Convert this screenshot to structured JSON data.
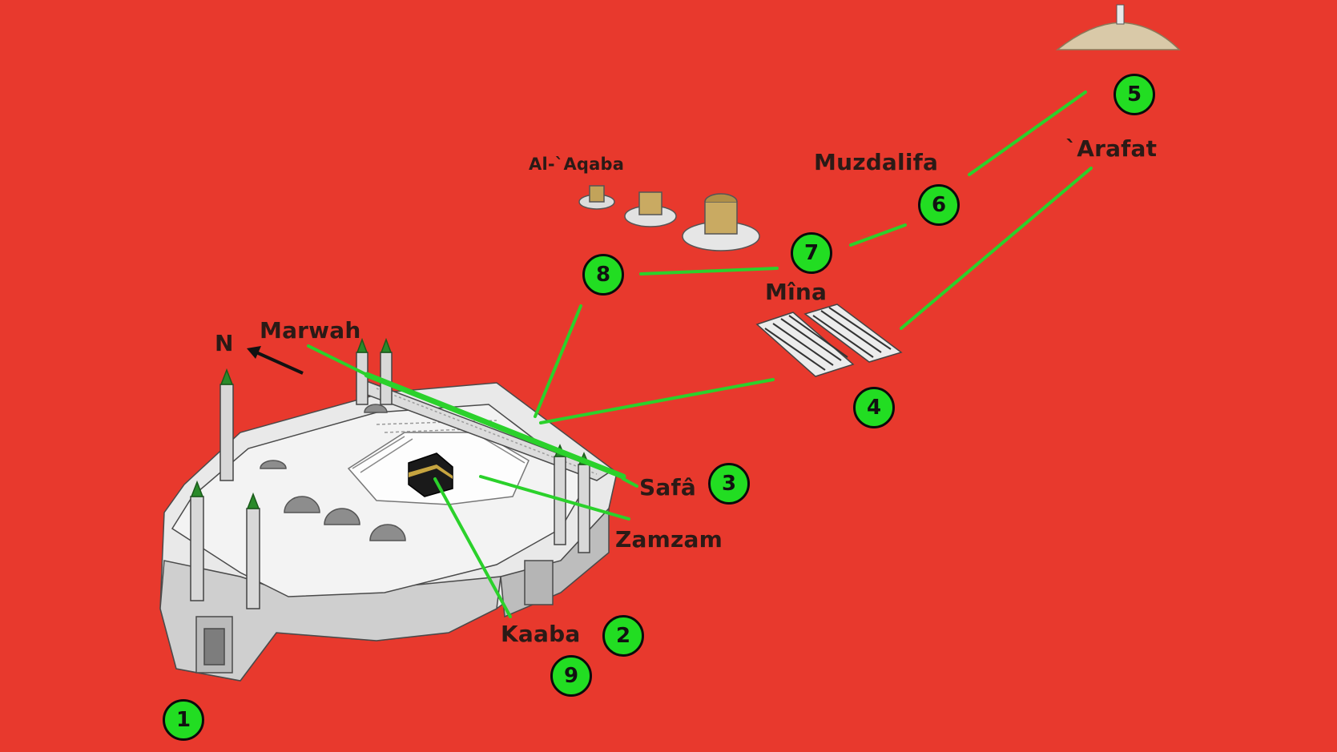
{
  "colors": {
    "background": "#e8392d",
    "route_line": "#2bd12b",
    "marker_fill": "#22dd22",
    "marker_border": "#0b0b0b",
    "label_text": "#2b1a16"
  },
  "labels": {
    "north": "N",
    "marwah": "Marwah",
    "safa": "Safâ",
    "zamzam": "Zamzam",
    "kaaba": "Kaaba",
    "mina": "Mîna",
    "muzdalifa": "Muzdalifa",
    "arafat": "`Arafat",
    "al_aqaba": "Al-`Aqaba"
  },
  "markers": {
    "m1": "1",
    "m2": "2",
    "m3": "3",
    "m4": "4",
    "m5": "5",
    "m6": "6",
    "m7": "7",
    "m8": "8",
    "m9": "9"
  },
  "icons": {
    "mosque": "masjid-al-haram-illustration",
    "jamarat": "jamarat-pillars-illustration",
    "tents": "mina-tents-illustration",
    "hill": "mount-arafat-illustration",
    "compass": "north-arrow-icon"
  }
}
